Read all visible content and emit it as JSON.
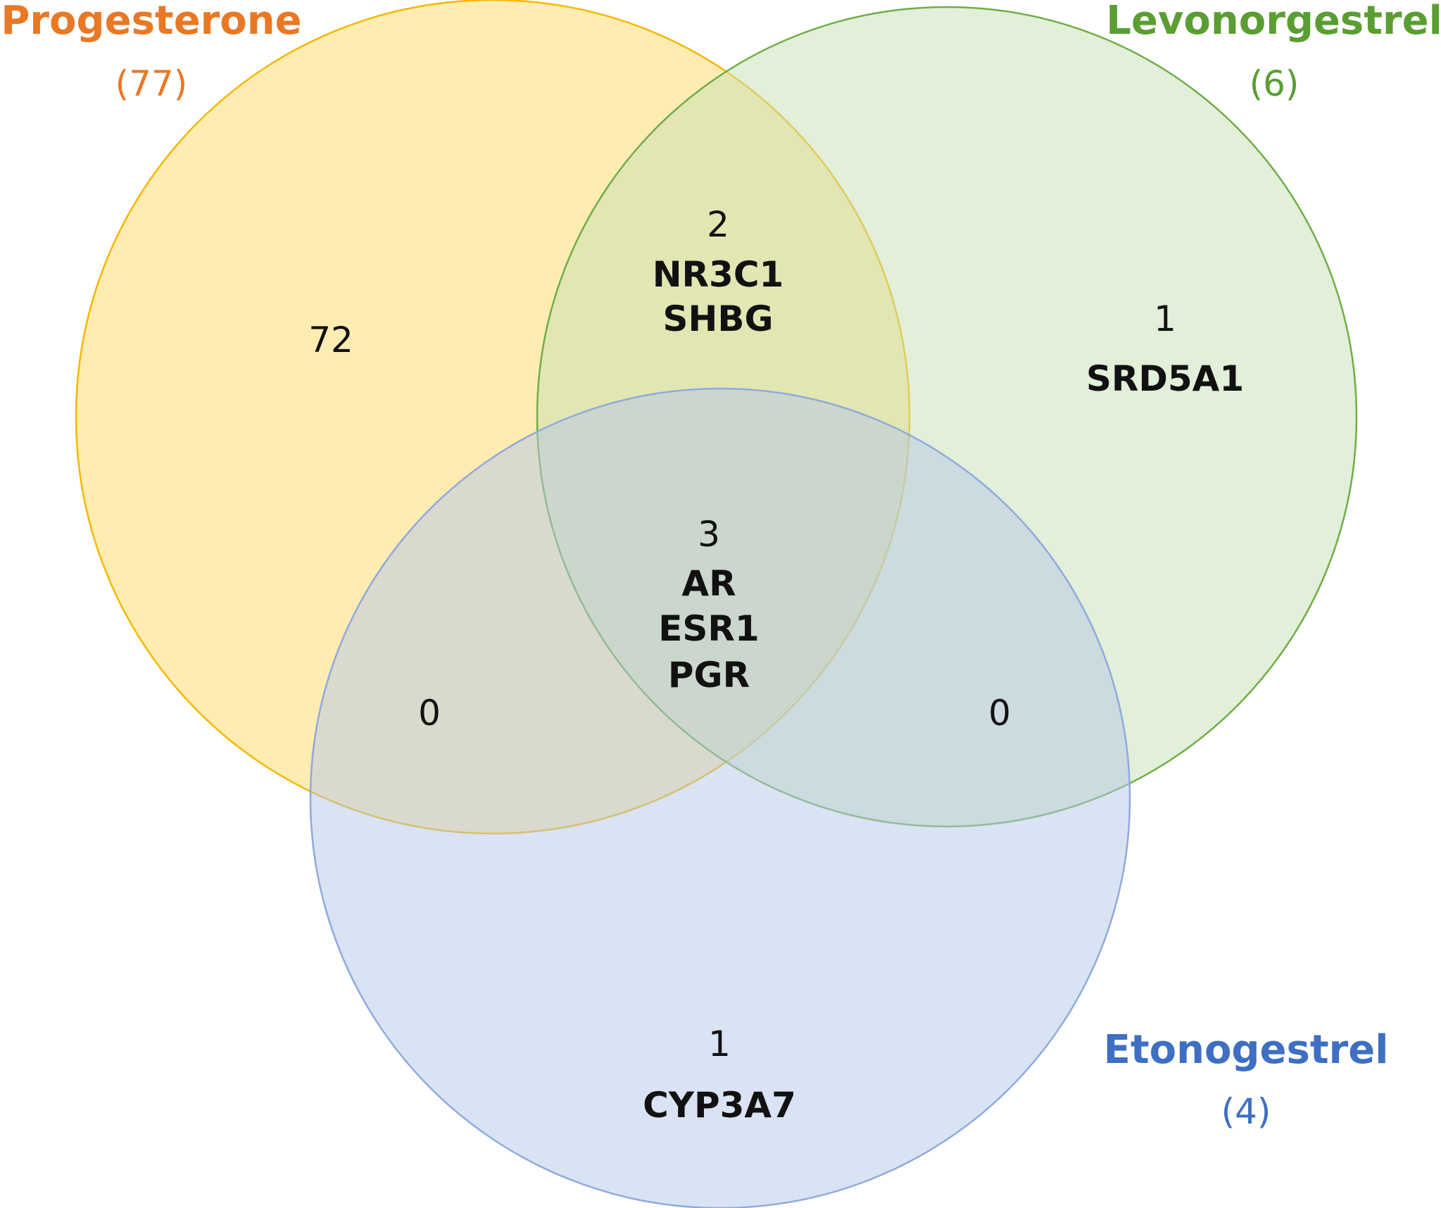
{
  "sets": {
    "progesterone": {
      "name": "Progesterone",
      "count": "(77)",
      "label_color": "#E97825",
      "fill": "#FFD966",
      "stroke": "#F5B800"
    },
    "levonorgestrel": {
      "name": "Levonorgestrel",
      "count": "(6)",
      "label_color": "#5A9E33",
      "fill": "#C5E0B4",
      "stroke": "#70AD47"
    },
    "etonogestrel": {
      "name": "Etonogestrel",
      "count": "(4)",
      "label_color": "#3E6FC2",
      "fill": "#B4C7E7",
      "stroke": "#8FAADC"
    }
  },
  "regions": {
    "progesterone_only": {
      "count": "72",
      "genes": []
    },
    "levonorgestrel_only": {
      "count": "1",
      "genes": [
        "SRD5A1"
      ]
    },
    "etonogestrel_only": {
      "count": "1",
      "genes": [
        "CYP3A7"
      ]
    },
    "progesterone_levonorgestrel": {
      "count": "2",
      "genes": [
        "NR3C1",
        "SHBG"
      ]
    },
    "progesterone_etonogestrel": {
      "count": "0",
      "genes": []
    },
    "levonorgestrel_etonogestrel": {
      "count": "0",
      "genes": []
    },
    "all_three": {
      "count": "3",
      "genes": [
        "AR",
        "ESR1",
        "PGR"
      ]
    }
  }
}
